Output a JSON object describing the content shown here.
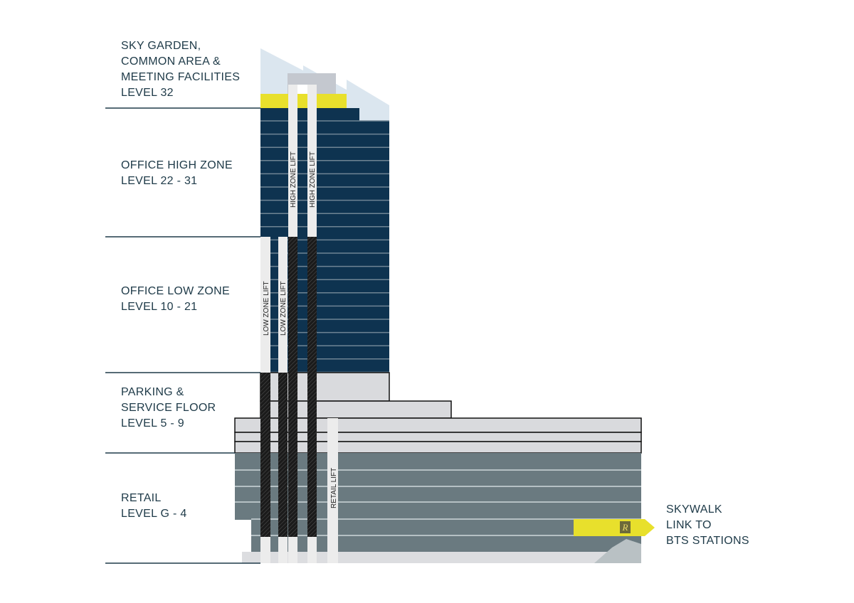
{
  "zones": [
    {
      "lines": [
        "SKY GARDEN,",
        "COMMON AREA &",
        "MEETING FACILITIES",
        "LEVEL 32"
      ]
    },
    {
      "lines": [
        "OFFICE HIGH ZONE",
        "LEVEL 22 - 31"
      ]
    },
    {
      "lines": [
        "OFFICE LOW ZONE",
        "LEVEL 10 - 21"
      ]
    },
    {
      "lines": [
        "PARKING &",
        "SERVICE FLOOR",
        "LEVEL 5 - 9"
      ]
    },
    {
      "lines": [
        "RETAIL",
        "LEVEL G - 4"
      ]
    }
  ],
  "skywalk": {
    "lines": [
      "SKYWALK",
      "LINK TO",
      "BTS STATIONS"
    ],
    "logo_letter": "R"
  },
  "lifts": {
    "high_zone": "HIGH ZONE LIFT",
    "low_zone": "LOW ZONE LIFT",
    "retail": "RETAIL LIFT"
  },
  "colors": {
    "office": "#0e3350",
    "sky": "#dbe6ef",
    "accent_yellow": "#e8e02c",
    "parking": "#d9dadd",
    "retail": "#6a7a80",
    "text": "#1e3a48"
  }
}
